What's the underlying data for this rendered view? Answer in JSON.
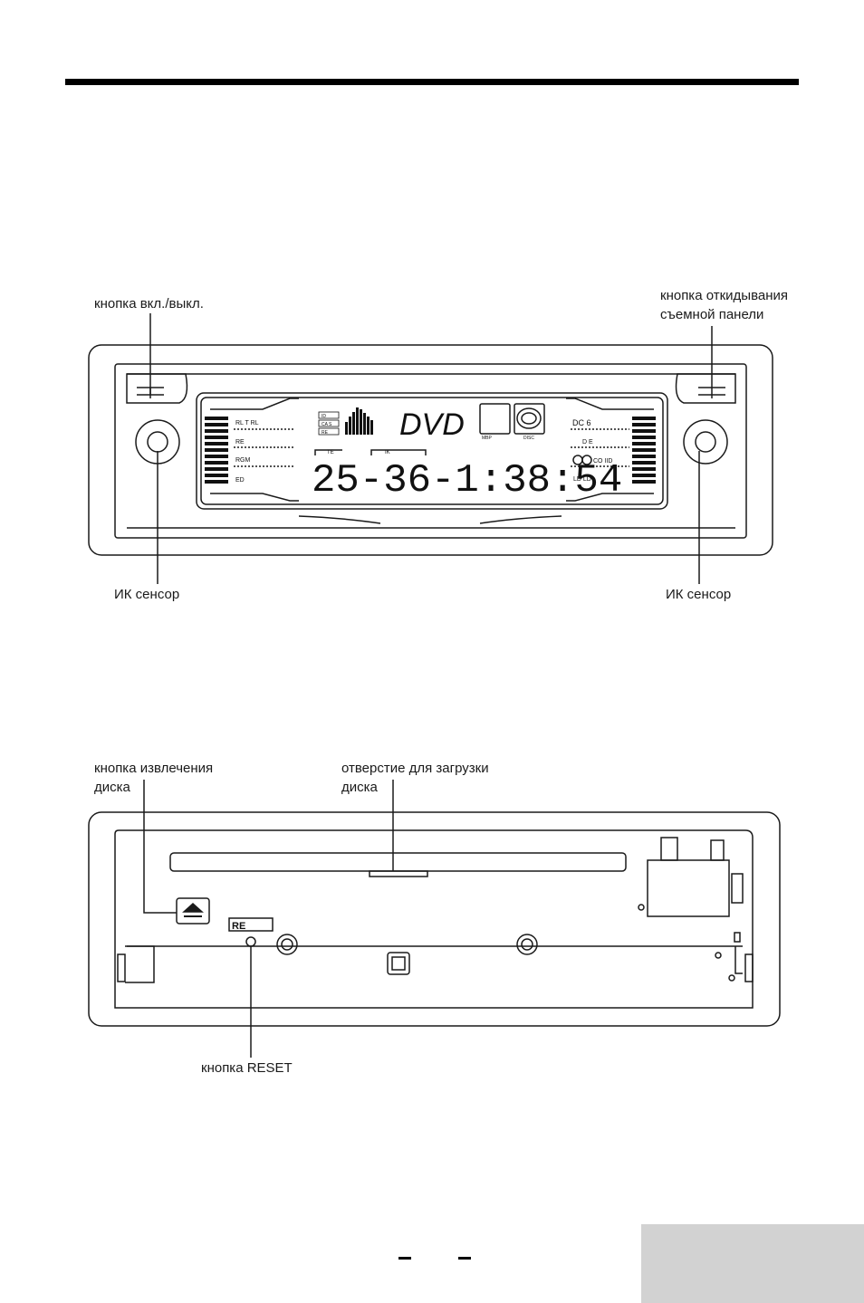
{
  "front_panel": {
    "label_power": "кнопка вкл./выкл.",
    "label_release_line1": "кнопка откидывания",
    "label_release_line2": "съемной панели",
    "label_ir_left": "ИК сенсор",
    "label_ir_right": "ИК сенсор",
    "display": {
      "main_text": "DVD",
      "time_text": "25-36-1:38:54",
      "seg_label_1": "TE",
      "seg_label_2": "IK",
      "left_rows": [
        "RL   T RL",
        "RE",
        "RGM",
        "ED"
      ],
      "small_boxes": [
        "ID",
        "CA S",
        "RE"
      ],
      "icon_mbp": "MBP",
      "icon_disc": "DISC",
      "right_rows": [
        "DC   6",
        "D   E",
        "CO  IID",
        "LD   LD"
      ]
    }
  },
  "inner_panel": {
    "label_eject_line1": "кнопка извлечения",
    "label_eject_line2": "диска",
    "label_slot_line1": "отверстие для загрузки",
    "label_slot_line2": "диска",
    "label_reset": "кнопка RESET",
    "reset_tag": "RE"
  },
  "colors": {
    "line": "#1a1a1a",
    "footer_box": "#d2d2d2"
  }
}
